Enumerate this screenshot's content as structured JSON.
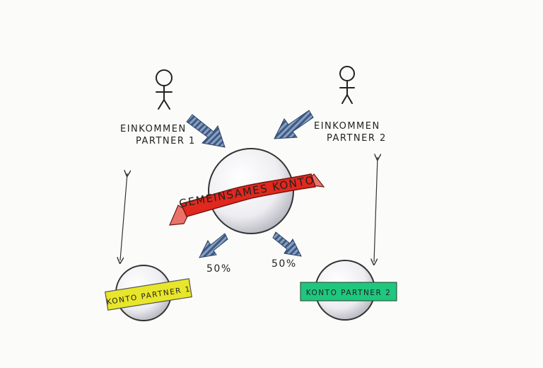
{
  "partner1": {
    "income_line1": "EINKOMMEN",
    "income_line2": "PARTNER 1"
  },
  "partner2": {
    "income_line1": "EINKOMMEN",
    "income_line2": "PARTNER 2"
  },
  "joint_account": {
    "label": "GEMEINSAMES KONTO",
    "ribbon_color": "#e0281e"
  },
  "split": {
    "left_share": "50%",
    "right_share": "50%"
  },
  "account_partner1": {
    "label": "KONTO PARTNER 1",
    "tag_color": "#e8e62a"
  },
  "account_partner2": {
    "label": "KONTO PARTNER 2",
    "tag_color": "#1ec77e"
  }
}
